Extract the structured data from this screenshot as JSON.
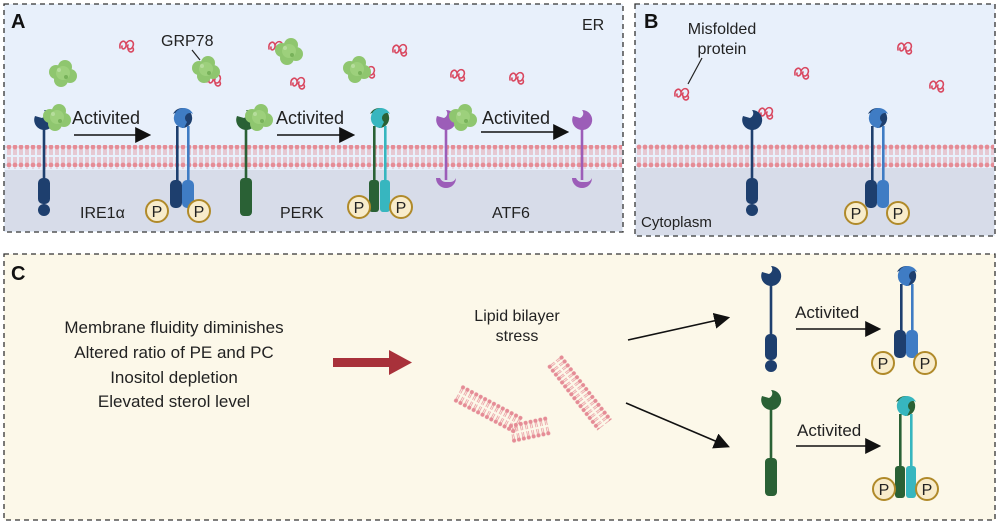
{
  "panel_a": {
    "letter": "A",
    "compartment_label": "ER",
    "chaperone_label": "GRP78",
    "arrow_label": "Activited",
    "sensors": [
      "IRE1α",
      "PERK",
      "ATF6"
    ],
    "phospho_label": "P"
  },
  "panel_b": {
    "letter": "B",
    "misfolded_label_line1": "Misfolded",
    "misfolded_label_line2": "protein",
    "cytoplasm_label": "Cytoplasm",
    "phospho_label": "P"
  },
  "panel_c": {
    "letter": "C",
    "causes": [
      "Membrane fluidity diminishes",
      "Altered ratio of PE and PC",
      "Inositol depletion",
      "Elevated sterol level"
    ],
    "stress_line1": "Lipid bilayer",
    "stress_line2": "stress",
    "arrow_label": "Activited",
    "phospho_label": "P"
  },
  "colors": {
    "er_bg": "#e8f0fb",
    "cytoplasm_bg": "#d7dce9",
    "panel_c_bg": "#fcf8e9",
    "membrane": "#e58c96",
    "ire1_dark": "#1e3f6e",
    "ire1_light": "#3f7cc4",
    "perk_dark": "#2a6135",
    "perk_light": "#37b6bf",
    "atf6": "#9c5db8",
    "grp78": "#8fc66f",
    "misfolded": "#d9475f",
    "phospho_fill": "#f8eccb",
    "phospho_stroke": "#b08a2a",
    "stress_arrow": "#a8313a"
  }
}
